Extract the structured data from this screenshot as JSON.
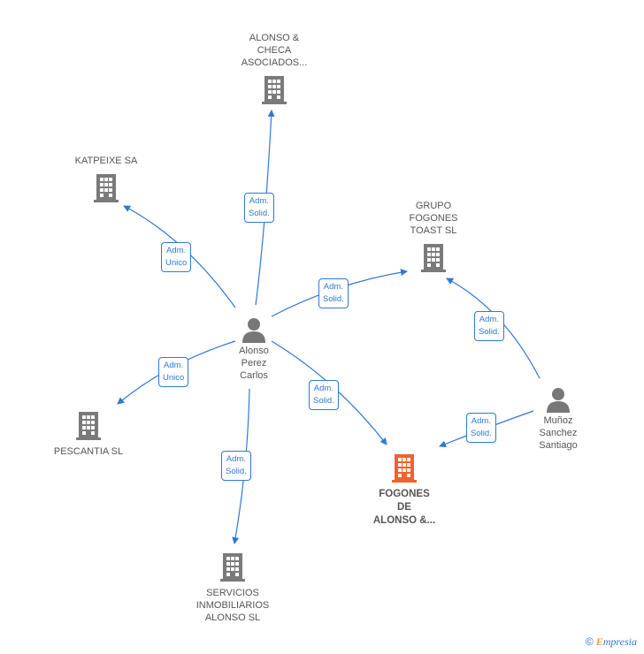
{
  "colors": {
    "edge": "#2f78d8",
    "company": "#7a7a7a",
    "focus": "#f2622b",
    "person": "#777777"
  },
  "nodes": {
    "alonso_checa": {
      "label": "ALONSO &\nCHECA\nASOCIADOS...",
      "icon": "building-icon"
    },
    "katpeixe": {
      "label": "KATPEIXE SA",
      "icon": "building-icon"
    },
    "grupo_fogones": {
      "label": "GRUPO\nFOGONES\nTOAST  SL",
      "icon": "building-icon"
    },
    "alonso_perez": {
      "label": "Alonso\nPerez\nCarlos",
      "icon": "person-icon"
    },
    "munoz": {
      "label": "Muñoz\nSanchez\nSantiago",
      "icon": "person-icon"
    },
    "pescantia": {
      "label": "PESCANTIA  SL",
      "icon": "building-icon"
    },
    "fogones_alonso": {
      "label": "FOGONES\nDE\nALONSO &...",
      "icon": "building-icon"
    },
    "servicios": {
      "label": "SERVICIOS\nINMOBILIARIOS\nALONSO  SL",
      "icon": "building-icon"
    }
  },
  "edges": [
    {
      "label": "Adm.\nSolid."
    },
    {
      "label": "Adm.\nUnico"
    },
    {
      "label": "Adm.\nSolid."
    },
    {
      "label": "Adm.\nUnico"
    },
    {
      "label": "Adm.\nSolid."
    },
    {
      "label": "Adm.\nSolid."
    },
    {
      "label": "Adm.\nSolid."
    },
    {
      "label": "Adm.\nSolid."
    }
  ],
  "footer": {
    "copyright": "©",
    "brand_initial": "E",
    "brand_rest": "mpresia"
  }
}
